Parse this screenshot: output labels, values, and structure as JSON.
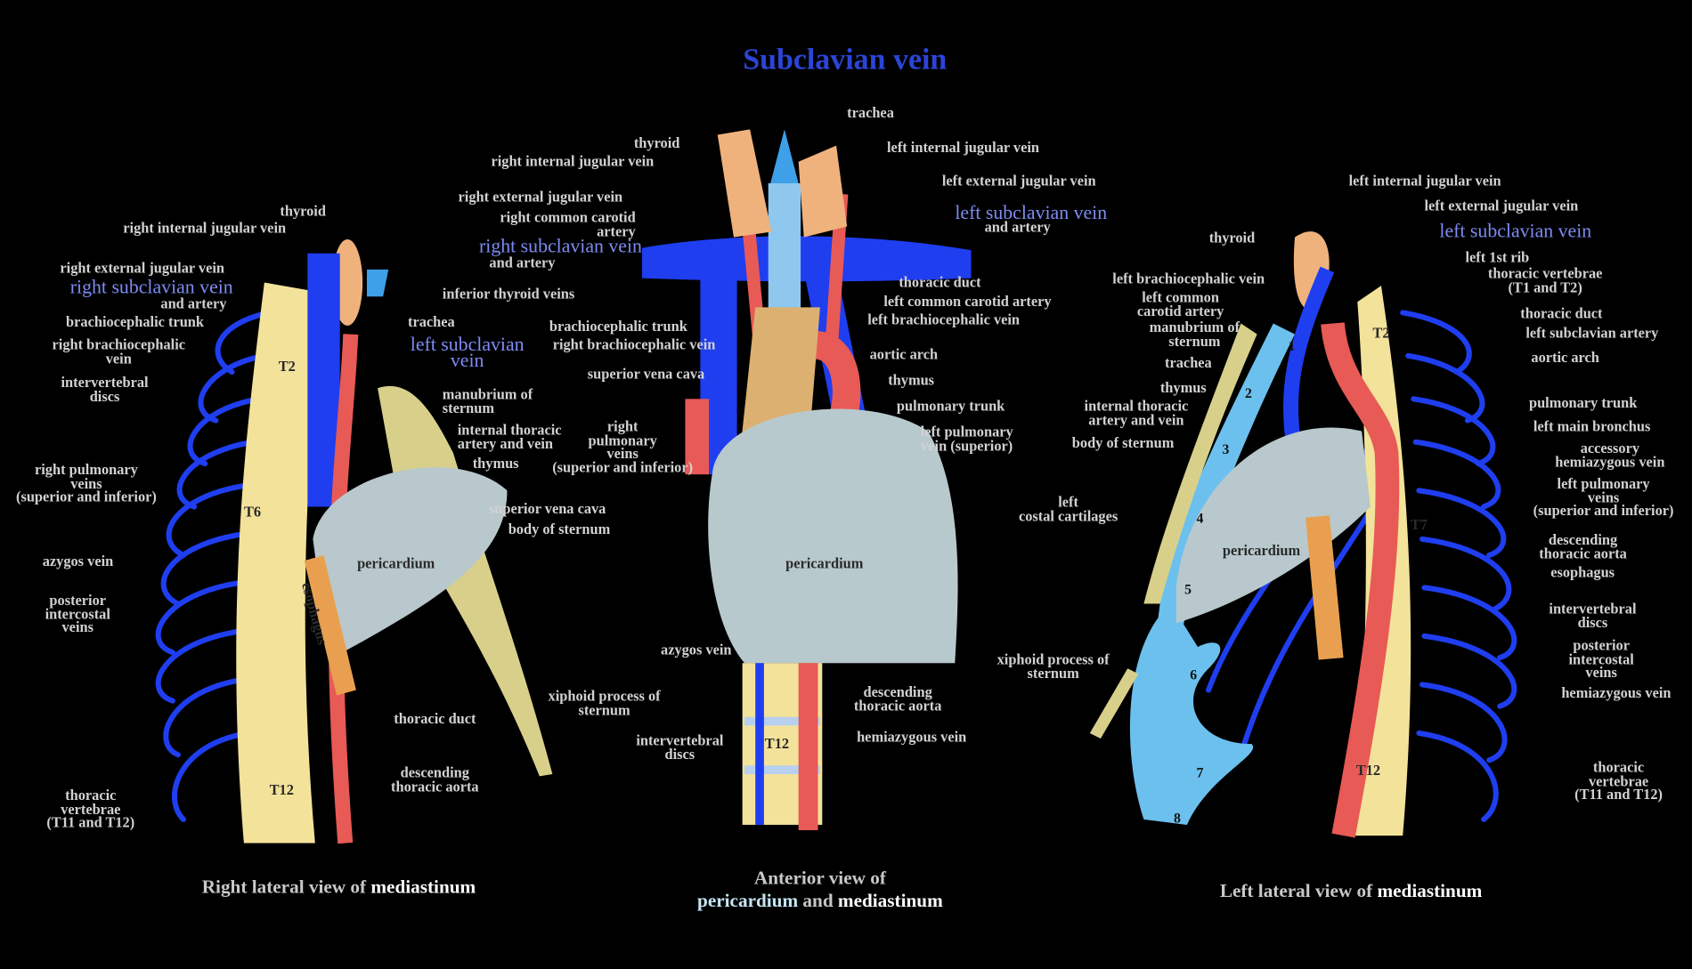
{
  "title": "Subclavian vein",
  "colors": {
    "vein": "#1f3ef0",
    "artery": "#e85a55",
    "bone": "#f3e29a",
    "pericardium": "#b8c8cc",
    "thyroid": "#f0b27c",
    "cartilage": "#6cc0ee",
    "title": "#2c44d6"
  },
  "views": [
    {
      "caption_prefix": "Right lateral view of",
      "caption_bold": "mediastinum",
      "labels": [
        {
          "lines": [
            "thyroid"
          ]
        },
        {
          "lines": [
            "right internal jugular vein"
          ]
        },
        {
          "lines": [
            "right external jugular vein"
          ]
        },
        {
          "lines": [
            "right subclavian vein"
          ],
          "blue": true
        },
        {
          "lines": [
            "and artery"
          ]
        },
        {
          "lines": [
            "brachiocephalic trunk"
          ]
        },
        {
          "lines": [
            "right brachiocephalic",
            "vein"
          ]
        },
        {
          "lines": [
            "intervertebral",
            "discs"
          ]
        },
        {
          "lines": [
            "right pulmonary",
            "veins",
            "(superior and inferior)"
          ]
        },
        {
          "lines": [
            "azygos vein"
          ]
        },
        {
          "lines": [
            "posterior",
            "intercostal",
            "veins"
          ]
        },
        {
          "lines": [
            "thoracic",
            "vertebrae",
            "(T11 and T12)"
          ]
        },
        {
          "lines": [
            "trachea"
          ]
        },
        {
          "lines": [
            "left subclavian",
            "vein"
          ],
          "blue": true
        },
        {
          "lines": [
            "inferior thyroid veins"
          ]
        },
        {
          "lines": [
            "manubrium of",
            "sternum"
          ]
        },
        {
          "lines": [
            "internal thoracic",
            "artery and vein"
          ]
        },
        {
          "lines": [
            "thymus"
          ]
        },
        {
          "lines": [
            "superior vena cava"
          ]
        },
        {
          "lines": [
            "body of sternum"
          ]
        },
        {
          "lines": [
            "pericardium"
          ],
          "onimg": true
        },
        {
          "lines": [
            "xiphoid process of",
            "sternum"
          ]
        },
        {
          "lines": [
            "thoracic duct"
          ]
        },
        {
          "lines": [
            "descending",
            "thoracic aorta"
          ]
        },
        {
          "lines": [
            "esophagus"
          ],
          "onimg": true
        }
      ],
      "markers": [
        "T2",
        "T6",
        "T12"
      ]
    },
    {
      "caption_prefix": "Anterior view of",
      "caption_line2": [
        "pericardium",
        "and",
        "mediastinum"
      ],
      "labels": [
        {
          "lines": [
            "trachea"
          ]
        },
        {
          "lines": [
            "thyroid"
          ]
        },
        {
          "lines": [
            "right internal jugular vein"
          ]
        },
        {
          "lines": [
            "left internal jugular vein"
          ]
        },
        {
          "lines": [
            "left external jugular vein"
          ]
        },
        {
          "lines": [
            "right external jugular vein"
          ]
        },
        {
          "lines": [
            "right common carotid",
            "artery"
          ]
        },
        {
          "lines": [
            "left subclavian vein"
          ],
          "blue": true
        },
        {
          "lines": [
            "and artery"
          ]
        },
        {
          "lines": [
            "right subclavian vein"
          ],
          "blue": true
        },
        {
          "lines": [
            "and artery"
          ]
        },
        {
          "lines": [
            "thoracic duct"
          ]
        },
        {
          "lines": [
            "left common carotid artery"
          ]
        },
        {
          "lines": [
            "left brachiocephalic vein"
          ]
        },
        {
          "lines": [
            "brachiocephalic trunk"
          ]
        },
        {
          "lines": [
            "right brachiocephalic vein"
          ]
        },
        {
          "lines": [
            "aortic arch"
          ]
        },
        {
          "lines": [
            "superior vena cava"
          ]
        },
        {
          "lines": [
            "thymus"
          ]
        },
        {
          "lines": [
            "pulmonary trunk"
          ]
        },
        {
          "lines": [
            "left pulmonary",
            "vein (superior)"
          ]
        },
        {
          "lines": [
            "right",
            "pulmonary",
            "veins",
            "(superior and inferior)"
          ]
        },
        {
          "lines": [
            "pericardium"
          ],
          "onimg": true
        },
        {
          "lines": [
            "azygos vein"
          ]
        },
        {
          "lines": [
            "descending",
            "thoracic aorta"
          ]
        },
        {
          "lines": [
            "hemiazygous vein"
          ]
        },
        {
          "lines": [
            "intervertebral",
            "discs"
          ]
        }
      ],
      "markers": [
        "T12"
      ]
    },
    {
      "caption_prefix": "Left lateral view of",
      "caption_bold": "mediastinum",
      "labels": [
        {
          "lines": [
            "left internal jugular vein"
          ]
        },
        {
          "lines": [
            "left external jugular vein"
          ]
        },
        {
          "lines": [
            "left subclavian vein"
          ],
          "blue": true
        },
        {
          "lines": [
            "thyroid"
          ]
        },
        {
          "lines": [
            "left 1st rib"
          ]
        },
        {
          "lines": [
            "thoracic vertebrae",
            "(T1 and T2)"
          ]
        },
        {
          "lines": [
            "left brachiocephalic vein"
          ]
        },
        {
          "lines": [
            "left common",
            "carotid artery"
          ]
        },
        {
          "lines": [
            "manubrium of",
            "sternum"
          ]
        },
        {
          "lines": [
            "thoracic duct"
          ]
        },
        {
          "lines": [
            "left subclavian artery"
          ]
        },
        {
          "lines": [
            "trachea"
          ]
        },
        {
          "lines": [
            "aortic arch"
          ]
        },
        {
          "lines": [
            "thymus"
          ]
        },
        {
          "lines": [
            "internal thoracic",
            "artery and vein"
          ]
        },
        {
          "lines": [
            "pulmonary trunk"
          ]
        },
        {
          "lines": [
            "body of sternum"
          ]
        },
        {
          "lines": [
            "left main bronchus"
          ]
        },
        {
          "lines": [
            "accessory",
            "hemiazygous vein"
          ]
        },
        {
          "lines": [
            "left pulmonary",
            "veins",
            "(superior and inferior)"
          ]
        },
        {
          "lines": [
            "left",
            "costal cartilages"
          ]
        },
        {
          "lines": [
            "descending",
            "thoracic aorta"
          ]
        },
        {
          "lines": [
            "esophagus"
          ]
        },
        {
          "lines": [
            "pericardium"
          ],
          "onimg": true
        },
        {
          "lines": [
            "intervertebral",
            "discs"
          ]
        },
        {
          "lines": [
            "posterior",
            "intercostal",
            "veins"
          ]
        },
        {
          "lines": [
            "xiphoid process of",
            "sternum"
          ]
        },
        {
          "lines": [
            "hemiazygous vein"
          ]
        },
        {
          "lines": [
            "thoracic",
            "vertebrae",
            "(T11 and T12)"
          ]
        }
      ],
      "markers": [
        "T2",
        "T7",
        "T12"
      ],
      "cartilage_numbers": [
        "1",
        "2",
        "3",
        "4",
        "5",
        "6",
        "7",
        "8"
      ]
    }
  ]
}
